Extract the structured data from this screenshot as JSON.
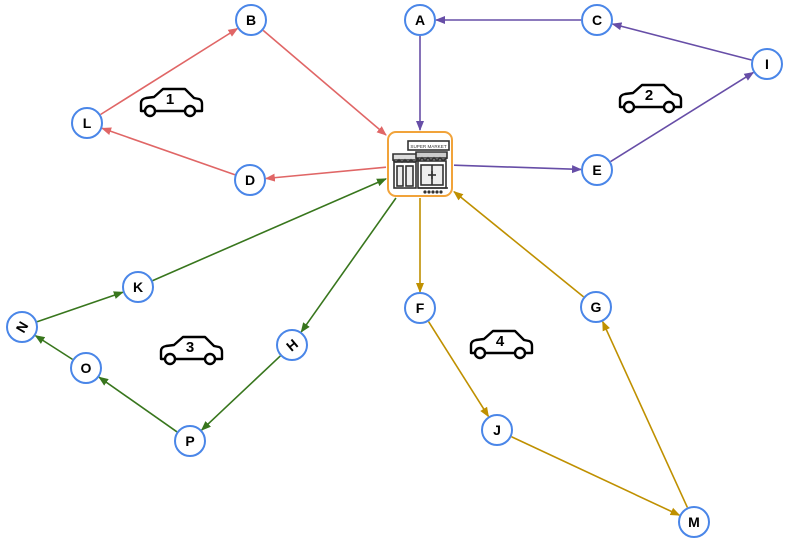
{
  "colors": {
    "node_stroke": "#4a86e8",
    "depot_stroke": "#f1a33a",
    "route_1": "#e06666",
    "route_2": "#674ea7",
    "route_3": "#38761d",
    "route_4": "#bf9000"
  },
  "depot": {
    "icon": "supermarket-icon",
    "sign_text": "SUPER MARKET"
  },
  "nodes": [
    {
      "id": "A",
      "label": "A"
    },
    {
      "id": "B",
      "label": "B"
    },
    {
      "id": "C",
      "label": "C"
    },
    {
      "id": "D",
      "label": "D"
    },
    {
      "id": "E",
      "label": "E"
    },
    {
      "id": "F",
      "label": "F"
    },
    {
      "id": "G",
      "label": "G"
    },
    {
      "id": "H",
      "label": "H"
    },
    {
      "id": "I",
      "label": "I"
    },
    {
      "id": "J",
      "label": "J"
    },
    {
      "id": "K",
      "label": "K"
    },
    {
      "id": "L",
      "label": "L"
    },
    {
      "id": "M",
      "label": "M"
    },
    {
      "id": "N",
      "label": "N"
    },
    {
      "id": "O",
      "label": "O"
    },
    {
      "id": "P",
      "label": "P"
    }
  ],
  "vehicles": [
    {
      "icon": "car-icon",
      "label": "1",
      "route": [
        "depot",
        "D",
        "L",
        "B",
        "depot"
      ]
    },
    {
      "icon": "car-icon",
      "label": "2",
      "route": [
        "depot",
        "E",
        "I",
        "C",
        "A",
        "depot"
      ]
    },
    {
      "icon": "car-icon",
      "label": "3",
      "route": [
        "depot",
        "H",
        "P",
        "O",
        "N",
        "K",
        "depot"
      ]
    },
    {
      "icon": "car-icon",
      "label": "4",
      "route": [
        "depot",
        "F",
        "J",
        "M",
        "G",
        "depot"
      ]
    }
  ]
}
